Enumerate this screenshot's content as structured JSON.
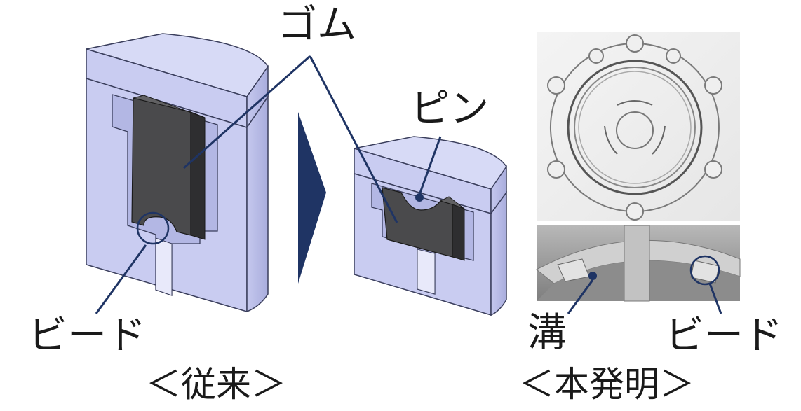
{
  "labels": {
    "rubber": "ゴム",
    "pin": "ピン",
    "bead_left": "ビード",
    "groove": "溝",
    "bead_right": "ビード",
    "conventional": "＜従来＞",
    "invention": "＜本発明＞"
  },
  "colors": {
    "body_front": "#c9ccf1",
    "body_top": "#d7daf6",
    "body_side": "#b9bde8",
    "body_edge": "#3a3e5c",
    "rubber": "#4a4a4c",
    "rubber_top": "#616163",
    "leader": "#1f3464",
    "arrow": "#1f3464",
    "photo_top_bg": "#efefef",
    "photo_bottom_bg": "#9a9a9a"
  },
  "icons": {
    "arrow": "right-chevron-arrow",
    "marker": "circle-marker"
  }
}
